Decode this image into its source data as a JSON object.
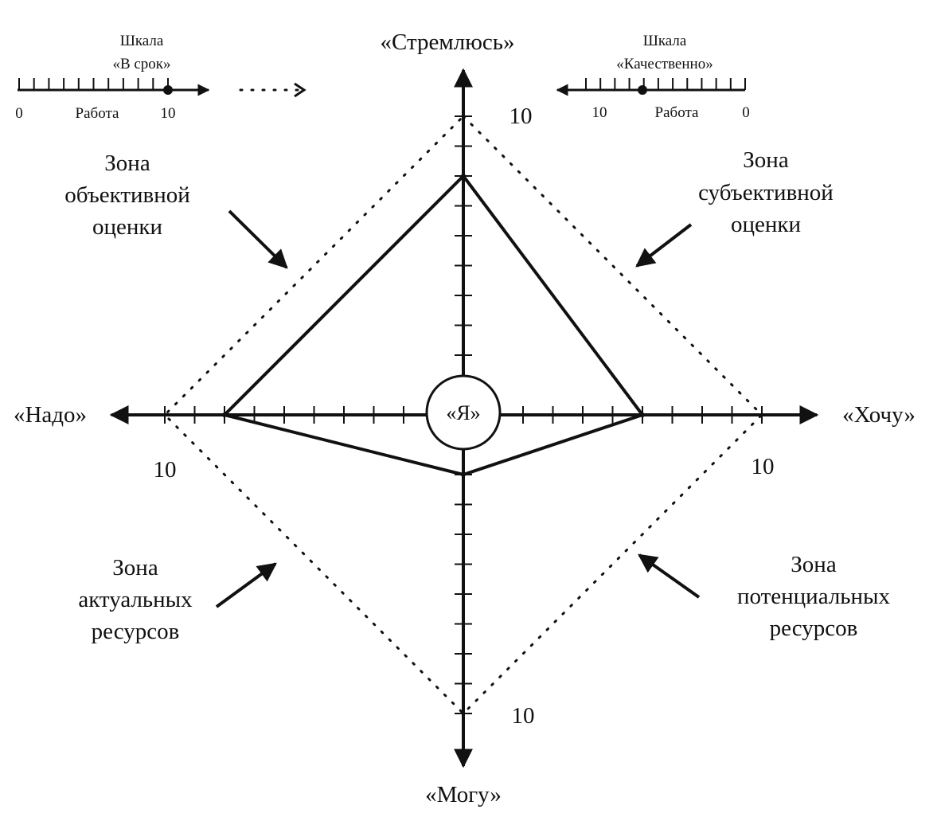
{
  "axes": {
    "top": "«Стремлюсь»",
    "right": "«Хочу»",
    "bottom": "«Могу»",
    "left": "«Надо»"
  },
  "center_label": "«Я»",
  "axis_max": {
    "top": "10",
    "right": "10",
    "bottom": "10",
    "left": "10"
  },
  "zones": {
    "top_left": [
      "Зона",
      "объективной",
      "оценки"
    ],
    "top_right": [
      "Зона",
      "субъективной",
      "оценки"
    ],
    "bottom_left": [
      "Зона",
      "актуальных",
      "ресурсов"
    ],
    "bottom_right": [
      "Зона",
      "потенциальных",
      "ресурсов"
    ]
  },
  "scales": {
    "left": {
      "title_line1": "Шкала",
      "title_line2": "«В срок»",
      "start": "0",
      "middle": "Работа",
      "end": "10"
    },
    "right": {
      "title_line1": "Шкала",
      "title_line2": "«Качественно»",
      "start": "10",
      "middle": "Работа",
      "end": "0"
    }
  },
  "chart_data": {
    "type": "radar",
    "axes": [
      "«Стремлюсь»",
      "«Хочу»",
      "«Могу»",
      "«Надо»"
    ],
    "max": 10,
    "values": {
      "«Стремлюсь»": 8,
      "«Хочу»": 6,
      "«Могу»": 2,
      "«Надо»": 8
    },
    "outer_boundary": "dotted diamond at 10 on all axes"
  },
  "colors": {
    "ink": "#111111",
    "background": "#ffffff"
  }
}
